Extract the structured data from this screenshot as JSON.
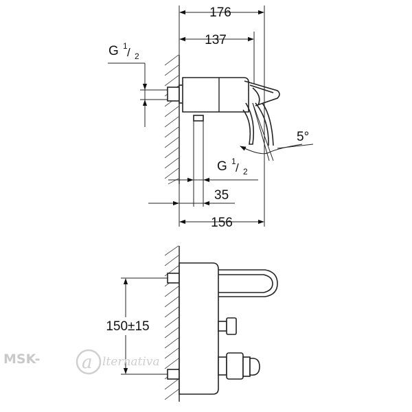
{
  "top_view": {
    "dim_overall": "176",
    "dim_lever": "137",
    "dim_spout": "156",
    "dim_outlet_offset": "35",
    "angle": "5°",
    "thread_upper": {
      "base": "G",
      "num": "1",
      "den": "2"
    },
    "thread_lower": {
      "base": "G",
      "num": "1",
      "den": "2"
    }
  },
  "front_view": {
    "dim_centers": "150±15"
  },
  "watermark": {
    "brand": "MSK-",
    "script": "lternativa"
  },
  "colors": {
    "line": "#222222",
    "watermark": "#c9c9c9"
  }
}
